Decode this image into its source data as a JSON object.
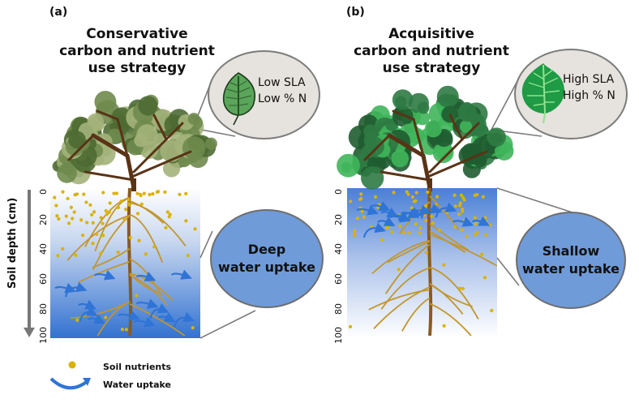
{
  "panels": [
    {
      "label": "(a)",
      "title_lines": [
        "Conservative",
        "carbon and nutrient",
        "use strategy"
      ],
      "leaf_traits": [
        "Low SLA",
        "Low % N"
      ],
      "leaf_icon": "dark-green-leaf-icon",
      "water_callout": [
        "Deep",
        "water uptake"
      ],
      "soil_gradient": "light-top-dark-bottom",
      "colors": {
        "leaf": "#5aa55a",
        "canopy_main": "#6f8a4c",
        "canopy_light": "#a3b37a",
        "soil_top": "#f2f5fb",
        "soil_bottom": "#2f6fcf"
      }
    },
    {
      "label": "(b)",
      "title_lines": [
        "Acquisitive",
        "carbon and nutrient",
        "use strategy"
      ],
      "leaf_traits": [
        "High SLA",
        "High % N"
      ],
      "leaf_icon": "bright-green-leaf-icon",
      "water_callout": [
        "Shallow",
        "water uptake"
      ],
      "soil_gradient": "dark-top-light-bottom",
      "colors": {
        "leaf": "#1f9a45",
        "canopy_main": "#2f7a44",
        "canopy_light": "#3fb55a",
        "soil_top": "#4a7fd6",
        "soil_bottom": "#ffffff"
      }
    }
  ],
  "axis": {
    "title": "Soil depth (cm)",
    "ticks": [
      "0",
      "20",
      "40",
      "60",
      "80",
      "100"
    ]
  },
  "legend": {
    "items": [
      {
        "icon": "soil-nutrient-dot-icon",
        "label": "Soil nutrients",
        "color": "#d9b200"
      },
      {
        "icon": "water-uptake-arrow-icon",
        "label": "Water uptake",
        "color": "#2f74d6"
      }
    ]
  },
  "colors": {
    "root": "#c2962e",
    "trunk": "#5a3316",
    "nutrient": "#d9b200",
    "water_arrow": "#2f74d6",
    "callout_border": "#7b7b7b",
    "water_bubble": "#6f9bd9",
    "leaf_bubble": "#e6e2dd"
  }
}
